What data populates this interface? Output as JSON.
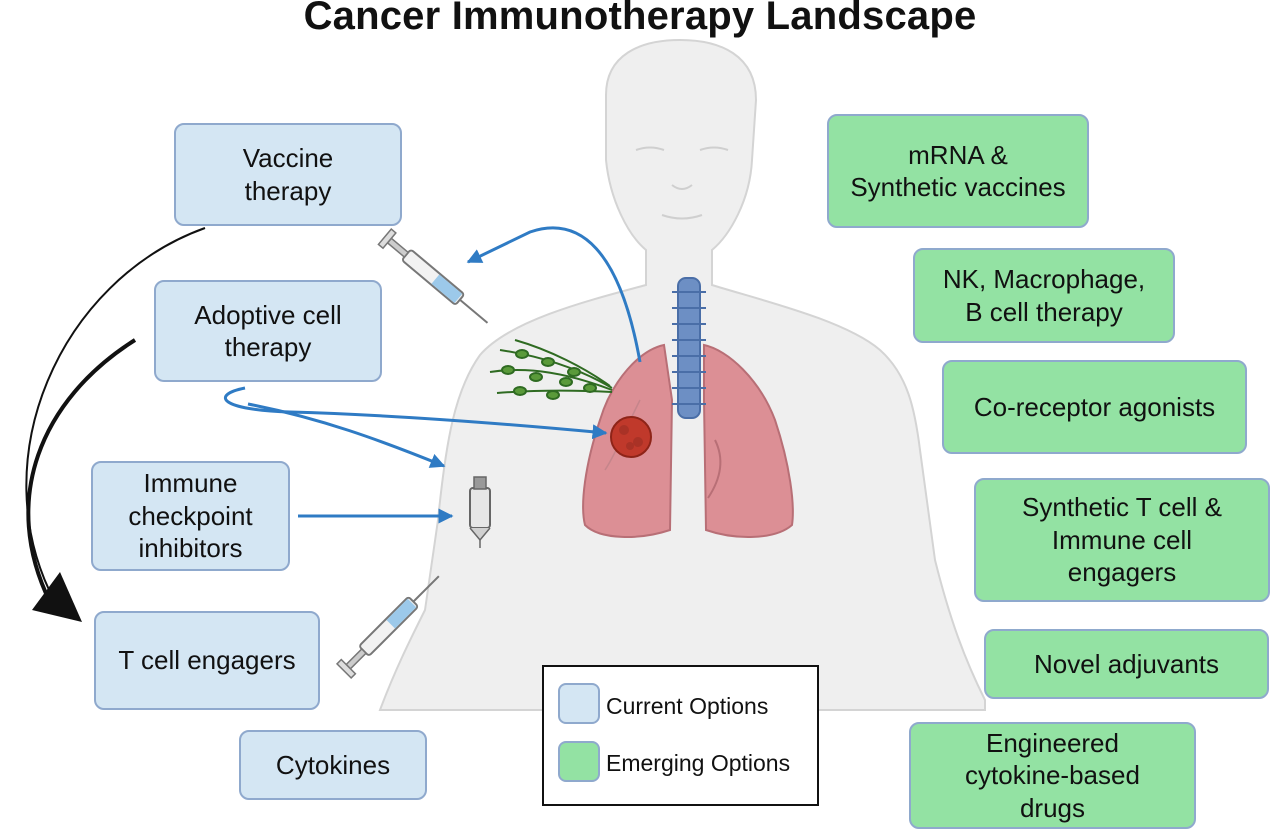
{
  "title": "Cancer Immunotherapy Landscape",
  "current_options": [
    {
      "label": "Vaccine\ntherapy"
    },
    {
      "label": "Adoptive cell\ntherapy"
    },
    {
      "label": "Immune\ncheckpoint\ninhibitors"
    },
    {
      "label": "T cell engagers"
    },
    {
      "label": "Cytokines"
    }
  ],
  "emerging_options": [
    {
      "label": "mRNA &\nSynthetic vaccines"
    },
    {
      "label": "NK, Macrophage,\nB cell therapy"
    },
    {
      "label": "Co-receptor agonists"
    },
    {
      "label": "Synthetic T cell &\nImmune cell\nengagers"
    },
    {
      "label": "Novel adjuvants"
    },
    {
      "label": "Engineered\ncytokine-based\ndrugs"
    }
  ],
  "legend": {
    "current": "Current Options",
    "emerging": "Emerging Options"
  },
  "colors": {
    "current_fill": "#d4e6f3",
    "emerging_fill": "#93e2a3",
    "box_border": "#8fa9cd",
    "arrow_blue": "#2f7bc4",
    "lung": "#dc8f95",
    "trachea": "#6d8fc4",
    "tumor": "#c0392b"
  },
  "icons": [
    "syringe-icon",
    "vial-icon",
    "syringe-icon",
    "tumor-icon",
    "t-cell-cluster-icon",
    "lungs-icon",
    "human-silhouette-icon"
  ]
}
